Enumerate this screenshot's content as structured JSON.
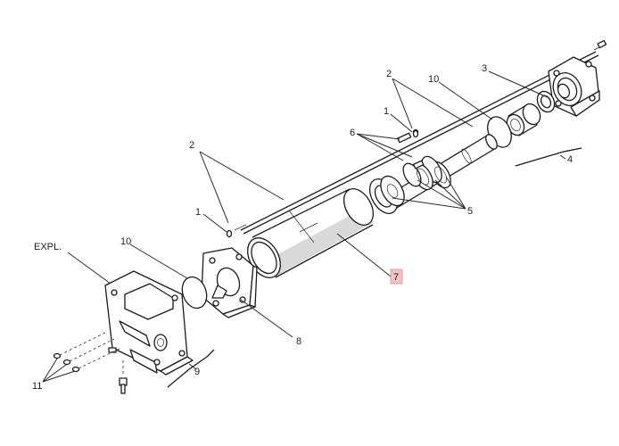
{
  "diagram": {
    "labels": {
      "expl": "EXPL.",
      "c1_top": "1",
      "c1_left": "1",
      "c2_top": "2",
      "c2_left": "2",
      "c3": "3",
      "c4": "4",
      "c5": "5",
      "c6": "6",
      "c7": "7",
      "c8": "8",
      "c9": "9",
      "c10_top": "10",
      "c10_left": "10",
      "c11": "11"
    },
    "highlighted_callout": "7",
    "highlight_color": "#f4c2c2"
  }
}
